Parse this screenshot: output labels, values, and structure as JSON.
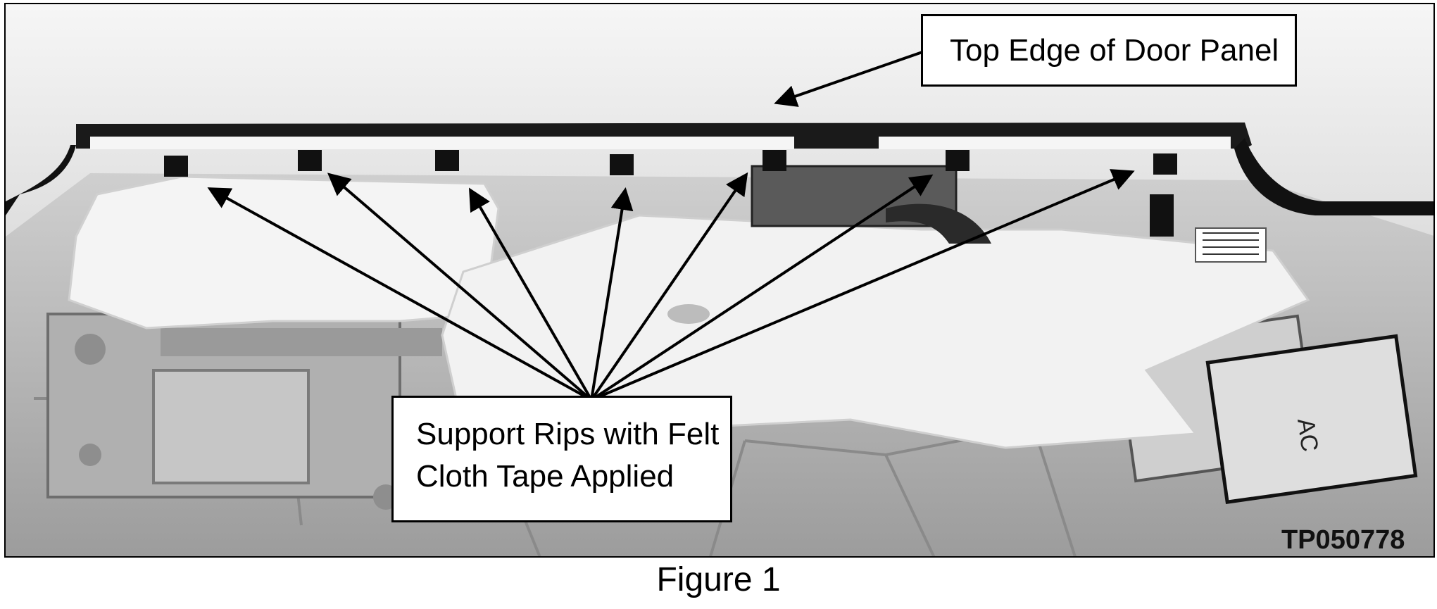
{
  "callouts": {
    "top_edge": "Top Edge of Door Panel",
    "support_line1": "Support Rips with Felt",
    "support_line2": "Cloth Tape Applied"
  },
  "photo_id": "TP050778",
  "panel_label": "AC",
  "caption": "Figure 1"
}
